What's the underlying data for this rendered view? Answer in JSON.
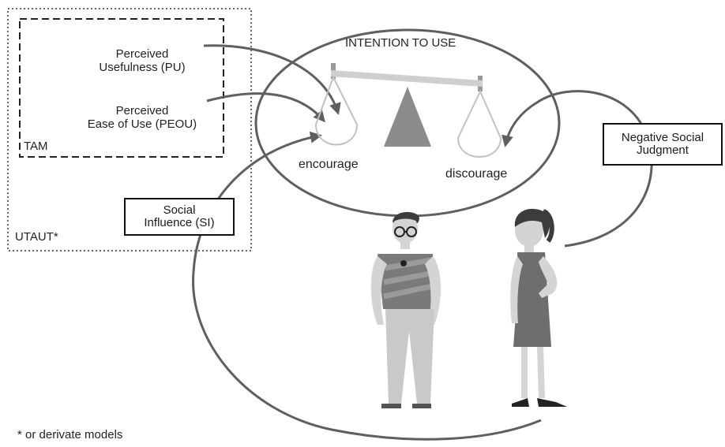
{
  "utaut": {
    "label": "UTAUT*"
  },
  "tam": {
    "label": "TAM"
  },
  "pu": {
    "line1": "Perceived",
    "line2": "Usefulness (PU)"
  },
  "peou": {
    "line1": "Perceived",
    "line2": "Ease of Use (PEOU)"
  },
  "intention": {
    "title": "INTENTION TO USE"
  },
  "scale": {
    "left_label": "encourage",
    "right_label": "discourage"
  },
  "si": {
    "line1": "Social",
    "line2": "Influence (SI)"
  },
  "nsj": {
    "line1": "Negative Social",
    "line2": "Judgment"
  },
  "footnote": {
    "text": "* or derivate models"
  },
  "colors": {
    "line": "#5f5f5f",
    "triangle": "#8c8c8c",
    "beam": "#cfcfcf",
    "shirt": "#7a7a7a",
    "dress": "#6e6e6e",
    "skin": "#d4d4d4",
    "hair": "#3c3c3c",
    "pants": "#c9c9c9"
  }
}
